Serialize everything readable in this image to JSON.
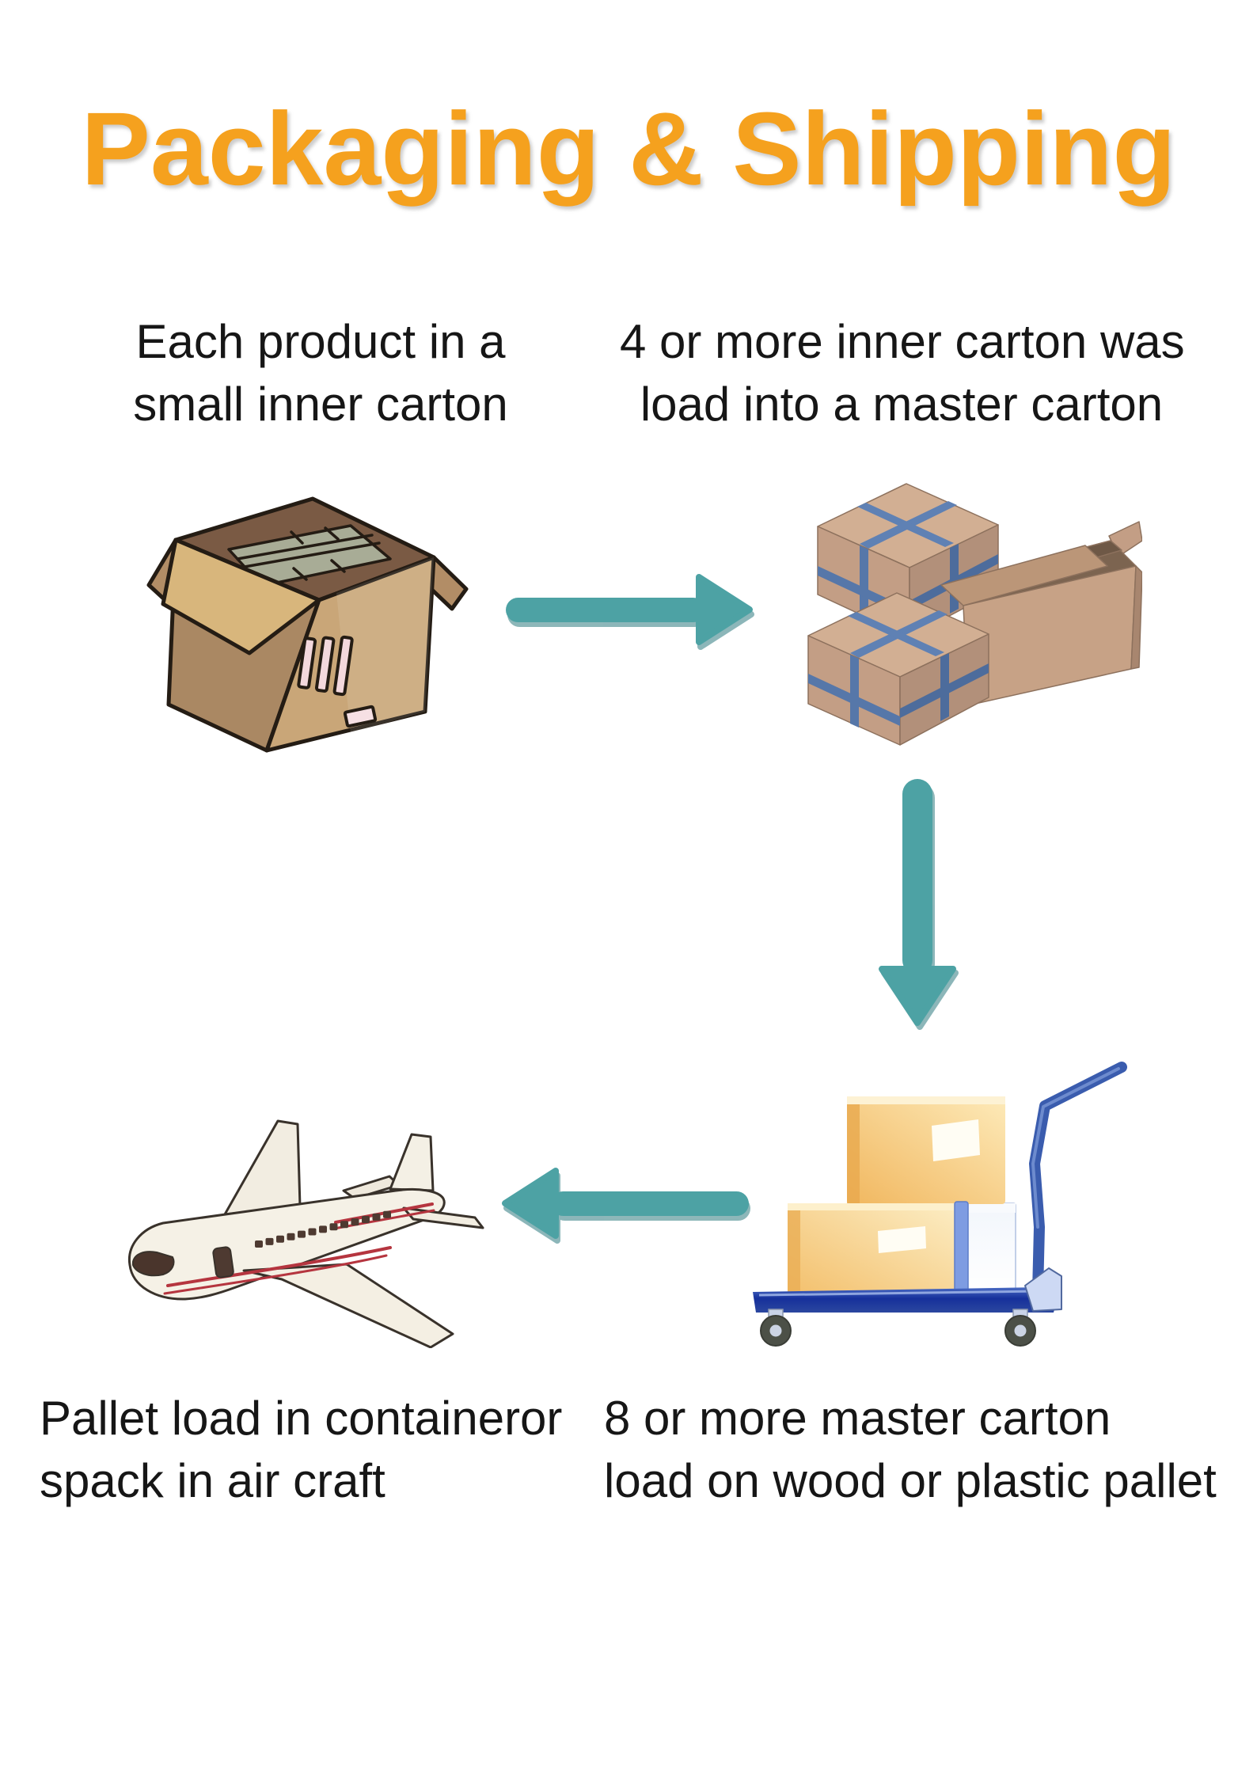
{
  "page": {
    "title": "Packaging & Shipping",
    "colors": {
      "title_orange": "#F5A11E",
      "arrow_teal": "#4DA2A4",
      "arrow_shadow_teal": "#2F7C80",
      "text": "#161616",
      "background": "#FFFFFF",
      "carton_brown": "#C9A678",
      "strap_blue": "#5677A9",
      "cart_blue": "#24409C",
      "box_orange": "#F3BF6B",
      "plane_cream": "#F5F1E6",
      "plane_stripe_red": "#B5353F"
    }
  },
  "steps": [
    {
      "id": 1,
      "illustration": "open-inner-carton",
      "caption": {
        "line1": "Each product in a",
        "line2": "small inner carton"
      }
    },
    {
      "id": 2,
      "illustration": "master-cartons",
      "caption": {
        "line1": "4 or more inner carton was",
        "line2": "load into a master carton"
      }
    },
    {
      "id": 3,
      "illustration": "hand-truck-with-cartons",
      "caption": {
        "line1": "8 or more master carton",
        "line2": "load on wood or plastic pallet"
      }
    },
    {
      "id": 4,
      "illustration": "cargo-airplane",
      "caption": {
        "line1": "Pallet load in containeror",
        "line2": "spack in air craft"
      }
    }
  ],
  "arrows": [
    {
      "direction": "right"
    },
    {
      "direction": "down"
    },
    {
      "direction": "left"
    }
  ]
}
